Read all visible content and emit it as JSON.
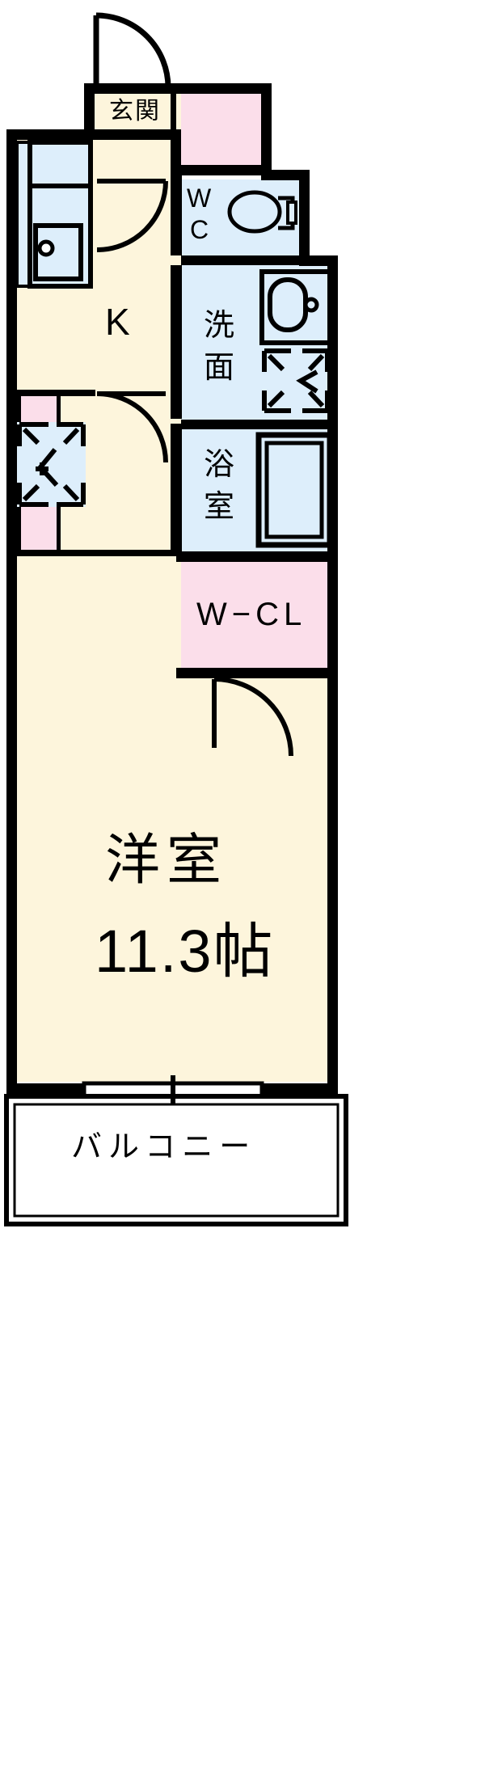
{
  "plan": {
    "type": "japanese-apartment-floorplan",
    "layout_name": "1K",
    "colors": {
      "wall": "#000000",
      "floor_living": "#fdf5dc",
      "floor_tatami": "#fdf5dc",
      "water_area": "#ddeefb",
      "closet_pink": "#fbdeea",
      "balcony": "#ffffff",
      "line": "#000000"
    },
    "rooms": [
      {
        "key": "genkan",
        "label": "玄関",
        "fill": "floor_living"
      },
      {
        "key": "shoebox",
        "label": "",
        "fill": "closet_pink"
      },
      {
        "key": "kitchen",
        "label": "K",
        "fill": "floor_living"
      },
      {
        "key": "wc",
        "label": "WC",
        "fill": "water_area"
      },
      {
        "key": "senmen",
        "label": "洗面",
        "fill": "water_area"
      },
      {
        "key": "yokushitsu",
        "label": "浴室",
        "fill": "water_area"
      },
      {
        "key": "wcl",
        "label": "W−CL",
        "fill": "closet_pink"
      },
      {
        "key": "washer",
        "label": "",
        "fill": "closet_pink"
      },
      {
        "key": "youshitsu",
        "label": "洋室",
        "fill": "floor_living"
      },
      {
        "key": "balcony",
        "label": "バルコニー",
        "fill": "balcony"
      }
    ],
    "labels": {
      "genkan": "玄関",
      "kitchen": "K",
      "wc_line1": "W",
      "wc_line2": "C",
      "senmen_line1": "洗",
      "senmen_line2": "面",
      "yokushitsu_line1": "浴",
      "yokushitsu_line2": "室",
      "walkin_closet": "W−CL",
      "main_room": "洋室",
      "main_room_size": "11.3帖",
      "balcony": "バルコニー"
    },
    "fixtures": [
      {
        "name": "kitchen-sink-counter",
        "room": "kitchen"
      },
      {
        "name": "refrigerator-space-marker",
        "room": "kitchen"
      },
      {
        "name": "toilet-bowl",
        "room": "wc"
      },
      {
        "name": "vanity-mirror-sink",
        "room": "senmen"
      },
      {
        "name": "washing-machine-space-marker",
        "room": "senmen"
      },
      {
        "name": "bathtub",
        "room": "yokushitsu"
      },
      {
        "name": "entrance-door-swing",
        "room": "genkan"
      },
      {
        "name": "kitchen-door-swing",
        "room": "kitchen"
      },
      {
        "name": "wcl-door-swing",
        "room": "youshitsu"
      },
      {
        "name": "wc-door-swing",
        "room": "kitchen"
      },
      {
        "name": "balcony-sliding-window",
        "room": "youshitsu"
      }
    ]
  }
}
